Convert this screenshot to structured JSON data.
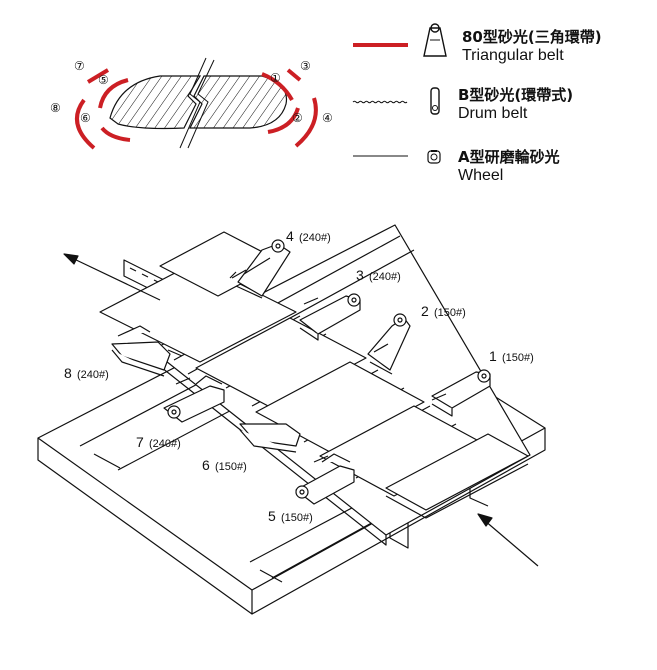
{
  "legend": [
    {
      "zh": "80型砂光(三角環帶)",
      "en": "Triangular belt",
      "icon": "triangular-belt-head-icon",
      "line": "red-thick"
    },
    {
      "zh": "B型砂光(環帶式)",
      "en": "Drum belt",
      "icon": "drum-belt-head-icon",
      "line": "wavy"
    },
    {
      "zh": "A型研磨輪砂光",
      "en": "Wheel",
      "icon": "wheel-head-icon",
      "line": "thin"
    }
  ],
  "profile_marks": [
    "⑦",
    "⑤",
    "⑧",
    "⑥",
    "①",
    "③",
    "②",
    "④"
  ],
  "stations": [
    {
      "num": "4",
      "grit": "(240#)"
    },
    {
      "num": "3",
      "grit": "(240#)"
    },
    {
      "num": "2",
      "grit": "(150#)"
    },
    {
      "num": "1",
      "grit": "(150#)"
    },
    {
      "num": "8",
      "grit": "(240#)"
    },
    {
      "num": "7",
      "grit": "(240#)"
    },
    {
      "num": "6",
      "grit": "(150#)"
    },
    {
      "num": "5",
      "grit": "(150#)"
    }
  ],
  "colors": {
    "belt_red": "#cc1f24",
    "ink": "#111111"
  }
}
